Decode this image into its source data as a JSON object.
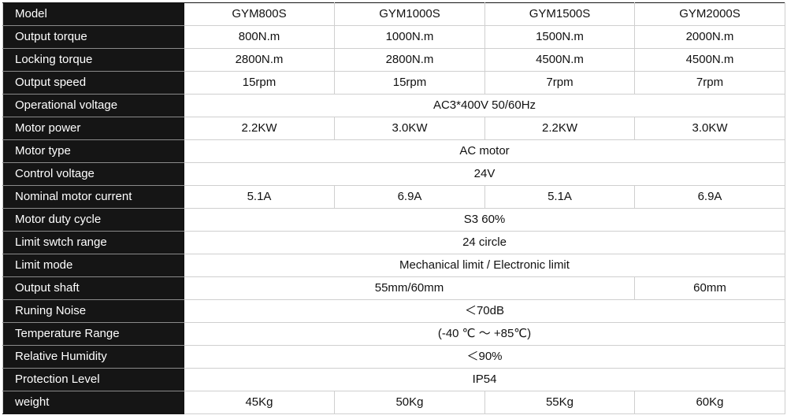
{
  "table": {
    "rows": [
      {
        "label": "Model",
        "cells": [
          {
            "text": "GYM800S",
            "span": 1
          },
          {
            "text": "GYM1000S",
            "span": 1
          },
          {
            "text": "GYM1500S",
            "span": 1
          },
          {
            "text": "GYM2000S",
            "span": 1
          }
        ]
      },
      {
        "label": "Output torque",
        "cells": [
          {
            "text": "800N.m",
            "span": 1
          },
          {
            "text": "1000N.m",
            "span": 1
          },
          {
            "text": "1500N.m",
            "span": 1
          },
          {
            "text": "2000N.m",
            "span": 1
          }
        ]
      },
      {
        "label": "Locking torque",
        "cells": [
          {
            "text": "2800N.m",
            "span": 1
          },
          {
            "text": "2800N.m",
            "span": 1
          },
          {
            "text": "4500N.m",
            "span": 1
          },
          {
            "text": "4500N.m",
            "span": 1
          }
        ]
      },
      {
        "label": "Output speed",
        "cells": [
          {
            "text": "15rpm",
            "span": 1
          },
          {
            "text": "15rpm",
            "span": 1
          },
          {
            "text": "7rpm",
            "span": 1
          },
          {
            "text": "7rpm",
            "span": 1
          }
        ]
      },
      {
        "label": "Operational voltage",
        "cells": [
          {
            "text": "AC3*400V 50/60Hz",
            "span": 4
          }
        ]
      },
      {
        "label": "Motor power",
        "cells": [
          {
            "text": "2.2KW",
            "span": 1
          },
          {
            "text": "3.0KW",
            "span": 1
          },
          {
            "text": "2.2KW",
            "span": 1
          },
          {
            "text": "3.0KW",
            "span": 1
          }
        ]
      },
      {
        "label": "Motor type",
        "cells": [
          {
            "text": "AC motor",
            "span": 4
          }
        ]
      },
      {
        "label": "Control voltage",
        "cells": [
          {
            "text": "24V",
            "span": 4
          }
        ]
      },
      {
        "label": "Nominal motor current",
        "cells": [
          {
            "text": "5.1A",
            "span": 1
          },
          {
            "text": "6.9A",
            "span": 1
          },
          {
            "text": "5.1A",
            "span": 1
          },
          {
            "text": "6.9A",
            "span": 1
          }
        ]
      },
      {
        "label": "Motor duty cycle",
        "cells": [
          {
            "text": "S3 60%",
            "span": 4
          }
        ]
      },
      {
        "label": "Limit swtch range",
        "cells": [
          {
            "text": "24 circle",
            "span": 4
          }
        ]
      },
      {
        "label": "Limit mode",
        "cells": [
          {
            "text": "Mechanical limit / Electronic limit",
            "span": 4
          }
        ]
      },
      {
        "label": "Output shaft",
        "cells": [
          {
            "text": "55mm/60mm",
            "span": 3
          },
          {
            "text": "60mm",
            "span": 1
          }
        ]
      },
      {
        "label": "Runing Noise",
        "cells": [
          {
            "text": "＜70dB",
            "span": 4
          }
        ]
      },
      {
        "label": "Temperature Range",
        "cells": [
          {
            "text": "(-40 ℃ ～ +85℃)",
            "span": 4
          }
        ]
      },
      {
        "label": "Relative Humidity",
        "cells": [
          {
            "text": "＜90%",
            "span": 4
          }
        ]
      },
      {
        "label": "Protection Level",
        "cells": [
          {
            "text": "IP54",
            "span": 4
          }
        ]
      },
      {
        "label": "weight",
        "cells": [
          {
            "text": "45Kg",
            "span": 1
          },
          {
            "text": "50Kg",
            "span": 1
          },
          {
            "text": "55Kg",
            "span": 1
          },
          {
            "text": "60Kg",
            "span": 1
          }
        ]
      }
    ]
  }
}
